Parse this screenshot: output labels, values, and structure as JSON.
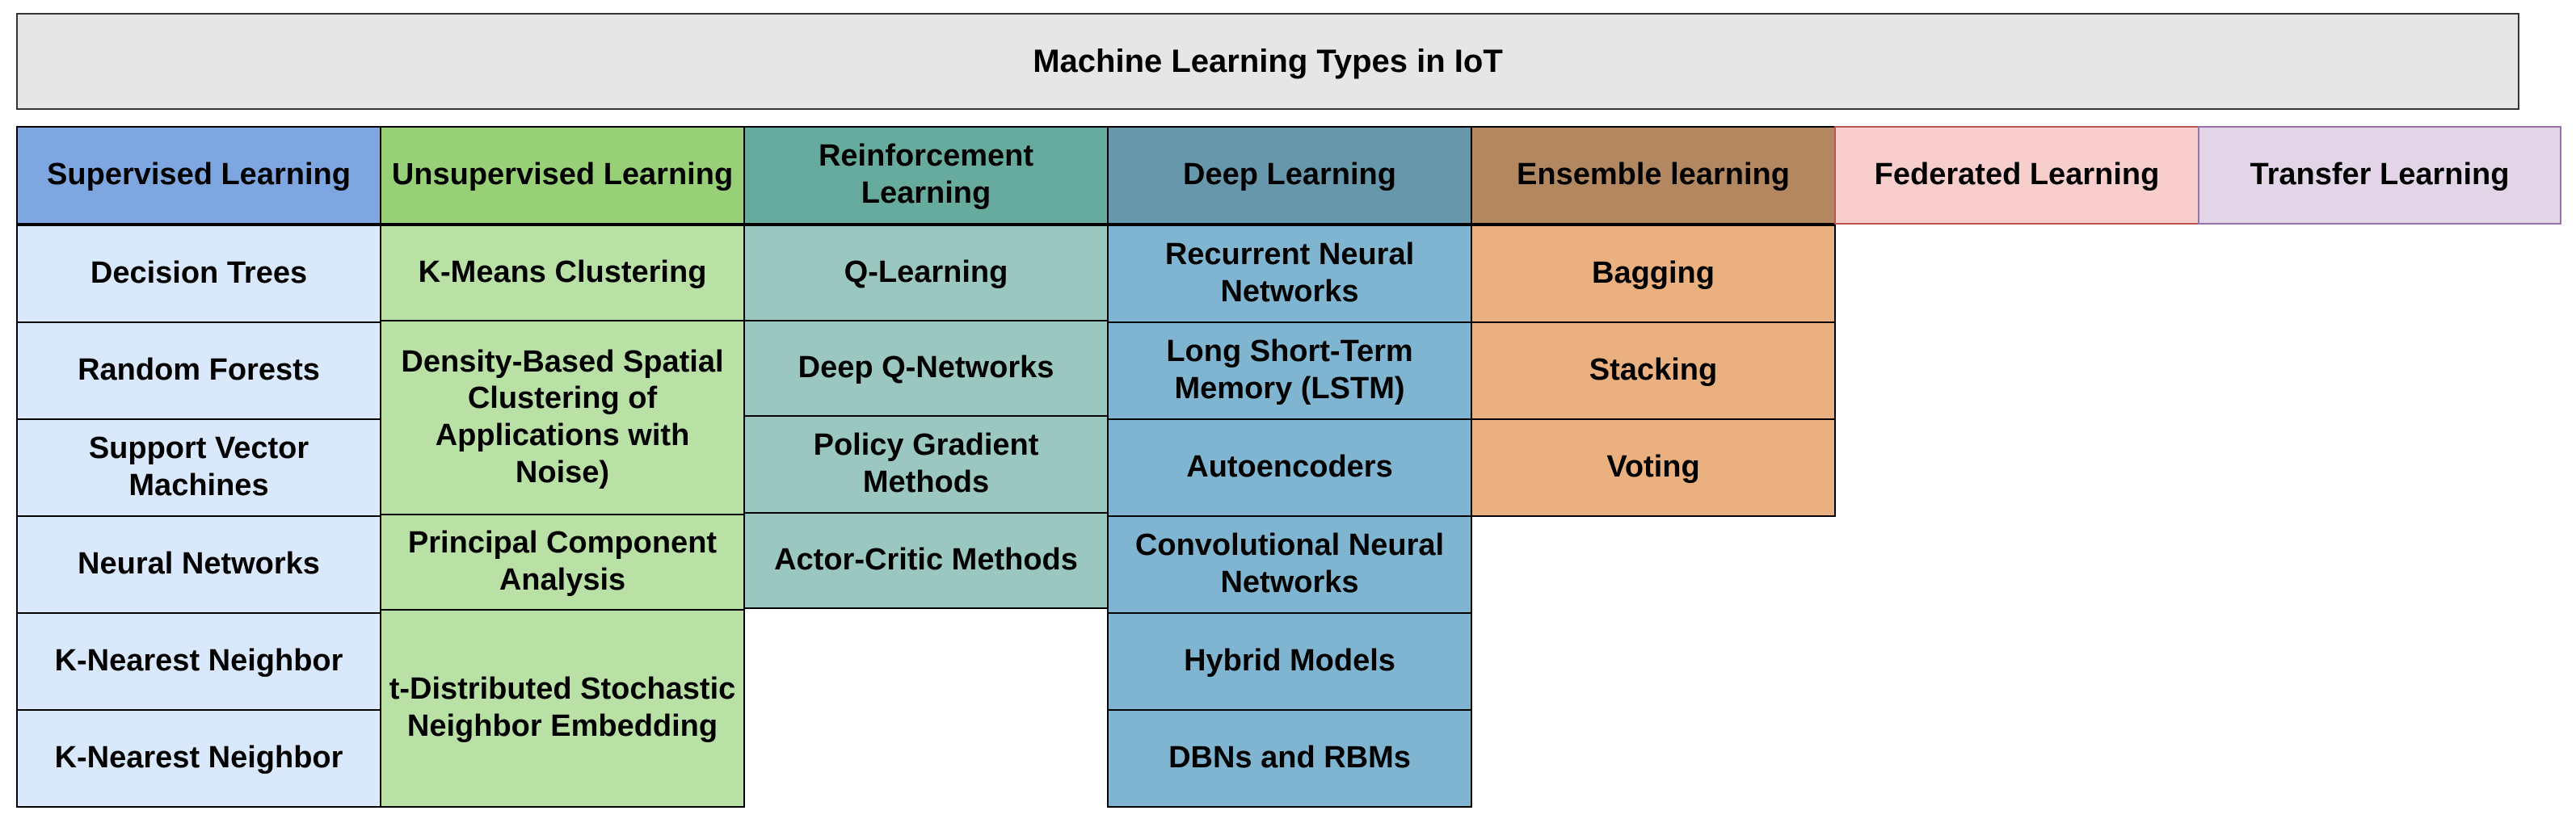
{
  "title": "Machine Learning Types in IoT",
  "colors": {
    "title_bg": "#e6e6e6",
    "supervised_header": "#7ea6e0",
    "supervised_cell": "#dae8fc",
    "unsupervised_header": "#97d077",
    "unsupervised_cell": "#b9e0a5",
    "reinforcement_header": "#67ab9f",
    "reinforcement_cell": "#9ac7bf",
    "deep_header": "#6797ab",
    "deep_cell": "#7fb5d0",
    "ensemble_header": "#b38760",
    "ensemble_cell": "#eab07f",
    "federated_header": "#f8cecc",
    "transfer_header": "#e1d5e7"
  },
  "columns": [
    {
      "header": "Supervised Learning",
      "items": [
        "Decision Trees",
        "Random Forests",
        "Support Vector Machines",
        "Neural Networks",
        "K-Nearest Neighbor",
        "K-Nearest Neighbor"
      ]
    },
    {
      "header": "Unsupervised Learning",
      "items": [
        "K-Means Clustering",
        "Density-Based Spatial Clustering of Applications with Noise)",
        "Principal Component Analysis",
        "t-Distributed Stochastic Neighbor Embedding"
      ]
    },
    {
      "header": "Reinforcement Learning",
      "items": [
        "Q-Learning",
        "Deep Q-Networks",
        "Policy Gradient Methods",
        "Actor-Critic Methods"
      ]
    },
    {
      "header": "Deep Learning",
      "items": [
        "Recurrent Neural Networks",
        "Long Short-Term Memory (LSTM)",
        "Autoencoders",
        "Convolutional Neural Networks",
        "Hybrid Models",
        "DBNs and RBMs"
      ]
    },
    {
      "header": "Ensemble learning",
      "items": [
        "Bagging",
        "Stacking",
        "Voting"
      ]
    },
    {
      "header": "Federated Learning",
      "items": []
    },
    {
      "header": "Transfer Learning",
      "items": []
    }
  ]
}
